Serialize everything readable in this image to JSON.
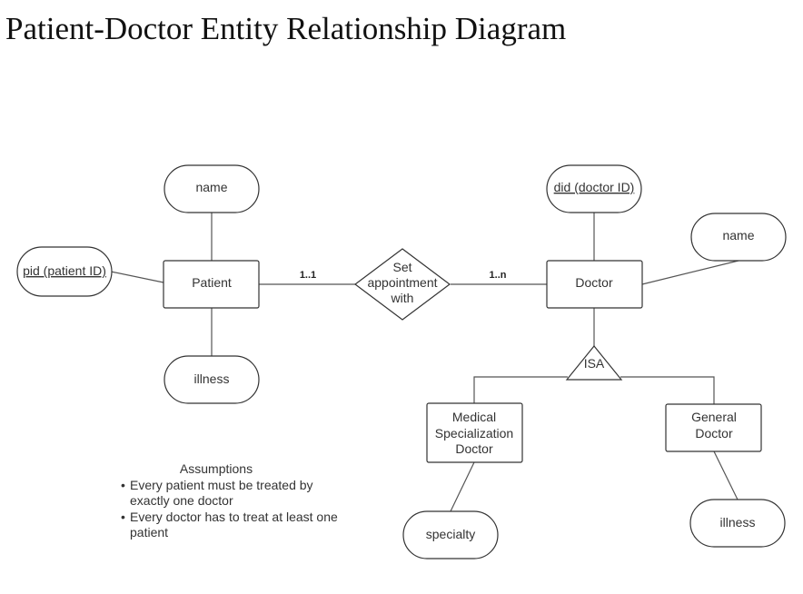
{
  "title": "Patient-Doctor Entity Relationship Diagram",
  "entities": {
    "patient": "Patient",
    "doctor": "Doctor",
    "medical_specialization_doctor": [
      "Medical",
      "Specialization",
      "Doctor"
    ],
    "general_doctor": [
      "General",
      "Doctor"
    ]
  },
  "attributes": {
    "patient_name": "name",
    "patient_id": "pid (patient ID)",
    "patient_illness": "illness",
    "doctor_id": "did (doctor ID)",
    "doctor_name": "name",
    "specialty": "specialty",
    "general_illness": "illness"
  },
  "relationship": {
    "label": [
      "Set",
      "appointment",
      "with"
    ],
    "patient_cardinality": "1..1",
    "doctor_cardinality": "1..n"
  },
  "isa_label": "ISA",
  "assumptions": {
    "title": "Assumptions",
    "items": [
      "Every patient must be treated by exactly one doctor",
      "Every doctor has to treat at least one patient"
    ]
  }
}
